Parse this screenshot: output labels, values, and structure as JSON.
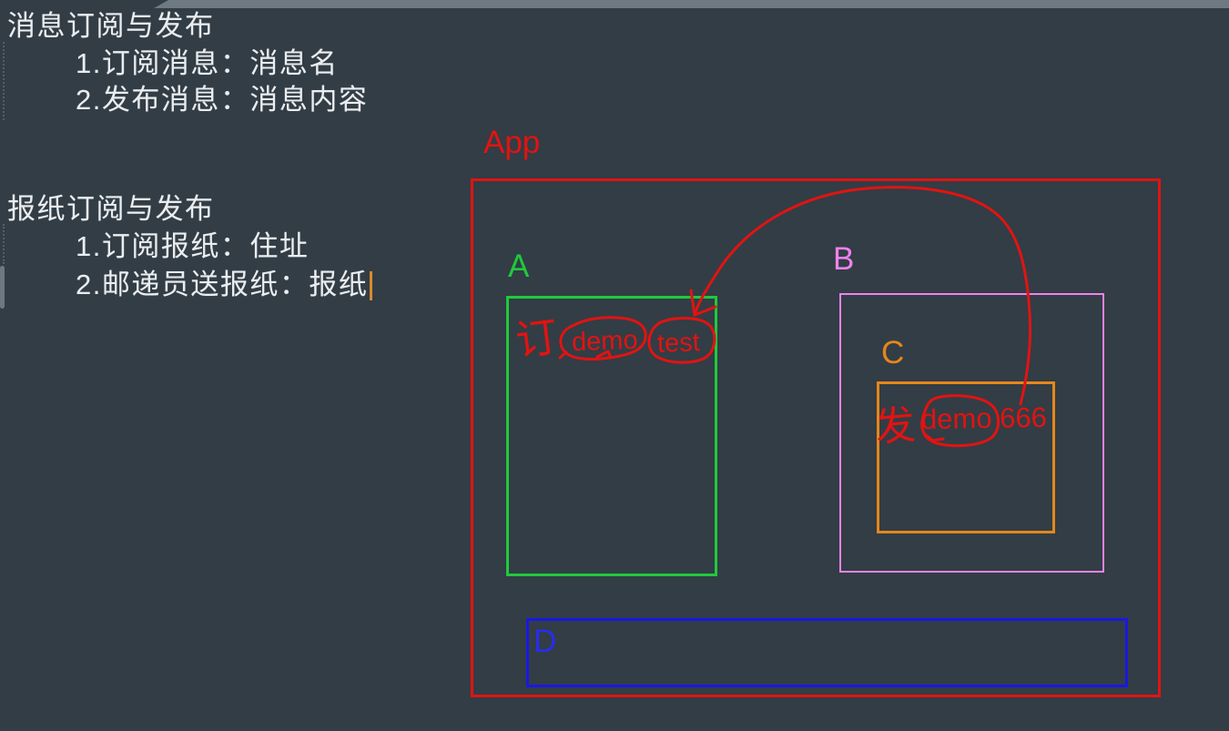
{
  "colors": {
    "bg": "#323d45",
    "top-strip": "#6e7981",
    "note-text": "#ebedee",
    "cursor": "#d98a2d",
    "red": "#e21312",
    "green": "#1fca3c",
    "violet": "#ef82ee",
    "orange": "#e5871b",
    "blue": "#1b17e3",
    "blue-label": "#2b2bee"
  },
  "notes": {
    "message": {
      "title": "消息订阅与发布",
      "items": [
        "1.订阅消息：消息名",
        "2.发布消息：消息内容"
      ]
    },
    "newspaper": {
      "title": "报纸订阅与发布",
      "items": [
        "1.订阅报纸：住址",
        "2.邮递员送报纸：报纸"
      ]
    }
  },
  "diagram": {
    "app": {
      "label": "App"
    },
    "box_a": {
      "label": "A",
      "verb": "订",
      "circled": [
        "demo",
        "test"
      ]
    },
    "box_b": {
      "label": "B"
    },
    "box_c": {
      "label": "C",
      "verb": "发",
      "circled": "demo 666"
    },
    "box_d": {
      "label": "D"
    },
    "arrow": {
      "from": "demo 666 (box C)",
      "to": "test (box A)"
    }
  }
}
